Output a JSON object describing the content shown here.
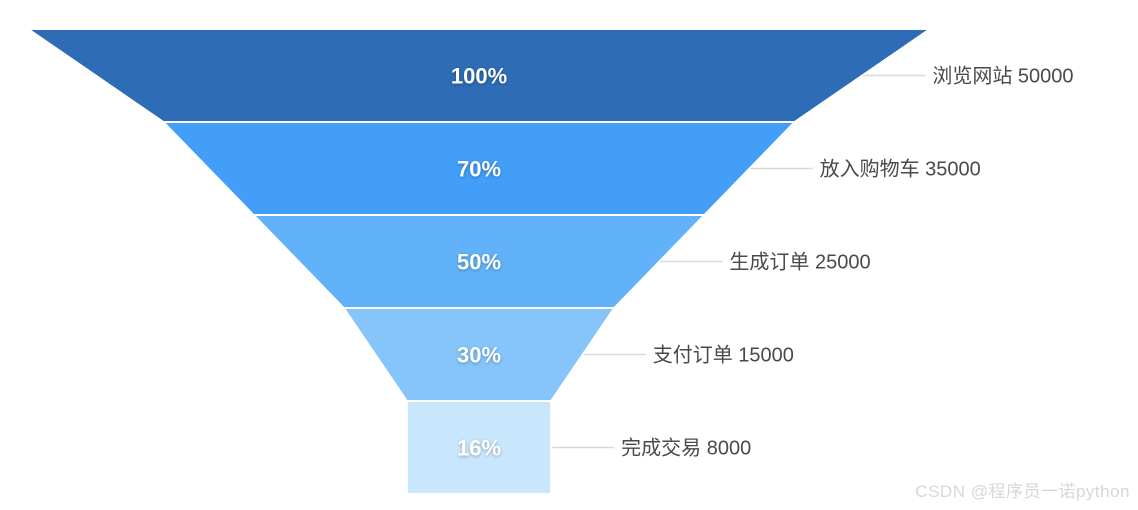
{
  "chart_data": {
    "type": "funnel",
    "title": "",
    "legend_position": "none",
    "label_position": "right",
    "sort": "descending",
    "value_range": [
      0,
      50000
    ],
    "min_size_percent": 16,
    "stages": [
      {
        "label": "浏览网站",
        "value": 50000,
        "percent": 100,
        "percent_label": "100%",
        "outside_label": "浏览网站 50000",
        "color": "#2e6cb6"
      },
      {
        "label": "放入购物车",
        "value": 35000,
        "percent": 70,
        "percent_label": "70%",
        "outside_label": "放入购物车 35000",
        "color": "#439ef7"
      },
      {
        "label": "生成订单",
        "value": 25000,
        "percent": 50,
        "percent_label": "50%",
        "outside_label": "生成订单 25000",
        "color": "#61b2f8"
      },
      {
        "label": "支付订单",
        "value": 15000,
        "percent": 30,
        "percent_label": "30%",
        "outside_label": "支付订单 15000",
        "color": "#85c5f9"
      },
      {
        "label": "完成交易",
        "value": 8000,
        "percent": 16,
        "percent_label": "16%",
        "outside_label": "完成交易 8000",
        "color": "#c8e6fc"
      }
    ],
    "style": {
      "segment_border_color": "#ffffff",
      "inside_label_color": "#ffffff",
      "outside_label_color": "#4a4a4a",
      "leader_line_color": "#d9d9d9"
    }
  },
  "watermark": {
    "text": "CSDN @程序员一诺python",
    "color": "#d7d7d7"
  }
}
